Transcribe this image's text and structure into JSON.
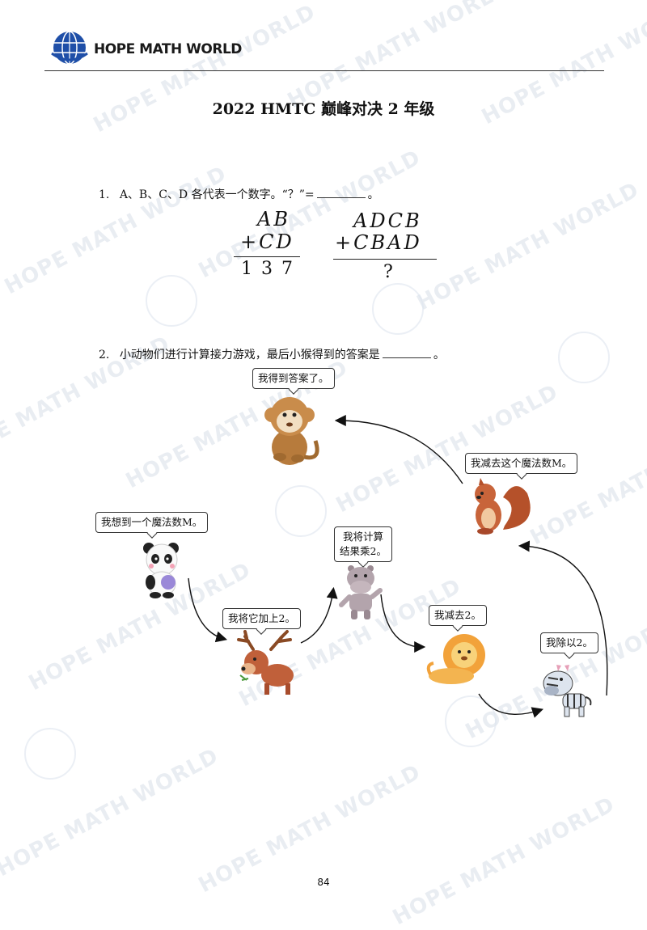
{
  "header": {
    "brand": "HOPE MATH WORLD",
    "logo_icon": "globe-logo-icon"
  },
  "title": "2022 HMTC 巅峰对决 2 年级",
  "watermark": "HOPE MATH WORLD",
  "q1": {
    "number": "1.",
    "text": "A、B、C、D 各代表一个数字。“？”=",
    "end": "。",
    "left_sum": {
      "line1": "AB",
      "line2": "+CD",
      "result": "1 3 7"
    },
    "right_sum": {
      "line1": "ADCB",
      "line2": "+CBAD",
      "result": "?"
    }
  },
  "q2": {
    "number": "2.",
    "text": "小动物们进行计算接力游戏，最后小猴得到的答案是",
    "end": "。",
    "bubbles": {
      "monkey": "我得到答案了。",
      "squirrel": "我减去这个魔法数M。",
      "panda": "我想到一个魔法数M。",
      "hippo_1": "我将计算",
      "hippo_2": "结果乘2。",
      "deer": "我将它加上2。",
      "lion": "我减去2。",
      "zebra": "我除以2。"
    },
    "animals": [
      "monkey",
      "squirrel",
      "panda",
      "hippo",
      "deer",
      "lion",
      "zebra"
    ]
  },
  "page_number": "84"
}
